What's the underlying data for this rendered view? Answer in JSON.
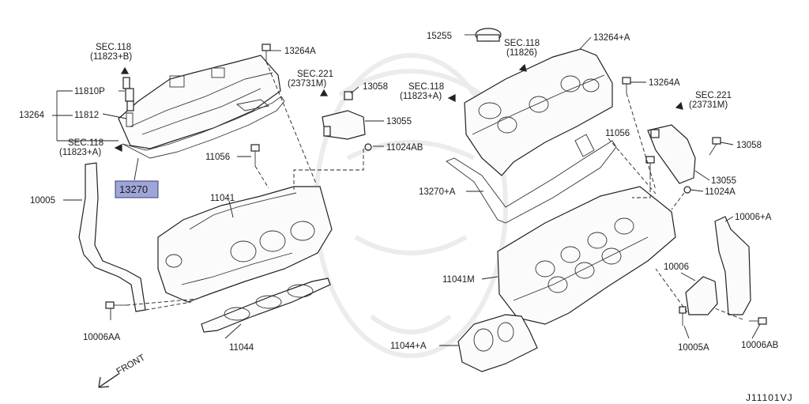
{
  "labels": {
    "sec118_top": "SEC.118",
    "sec118_top_ref": "(11823+B)",
    "l_11810P": "11810P",
    "l_11812": "11812",
    "l_13264": "13264",
    "sec118_left": "SEC.118",
    "sec118_left_ref": "(11823+A)",
    "l_13270": "13270",
    "l_10005": "10005",
    "l_13264A_top": "13264A",
    "sec221_mid": "SEC.221",
    "sec221_mid_ref": "(23731M)",
    "l_13058_mid": "13058",
    "l_13055_mid": "13055",
    "l_11024AB": "11024AB",
    "l_11056_left": "11056",
    "l_11041": "11041",
    "l_10006AA": "10006AA",
    "l_11044": "11044",
    "front": "FRONT",
    "l_15255": "15255",
    "sec118_right": "SEC.118",
    "sec118_right_ref": "(11826)",
    "l_13264_A": "13264+A",
    "sec118_mid2": "SEC.118",
    "sec118_mid2_ref": "(11823+A)",
    "l_13264A_right": "13264A",
    "sec221_right": "SEC.221",
    "sec221_right_ref": "(23731M)",
    "l_11056_right": "11056",
    "l_13058_right": "13058",
    "l_13270_A": "13270+A",
    "l_13055_right": "13055",
    "l_11024A": "11024A",
    "l_10006_A": "10006+A",
    "l_11041M": "11041M",
    "l_10006": "10006",
    "l_11044_A": "11044+A",
    "l_10005A": "10005A",
    "l_10006AB": "10006AB",
    "diagram_id": "J11101VJ"
  },
  "colors": {
    "highlight": "#9ea6d8",
    "line": "#222222"
  }
}
